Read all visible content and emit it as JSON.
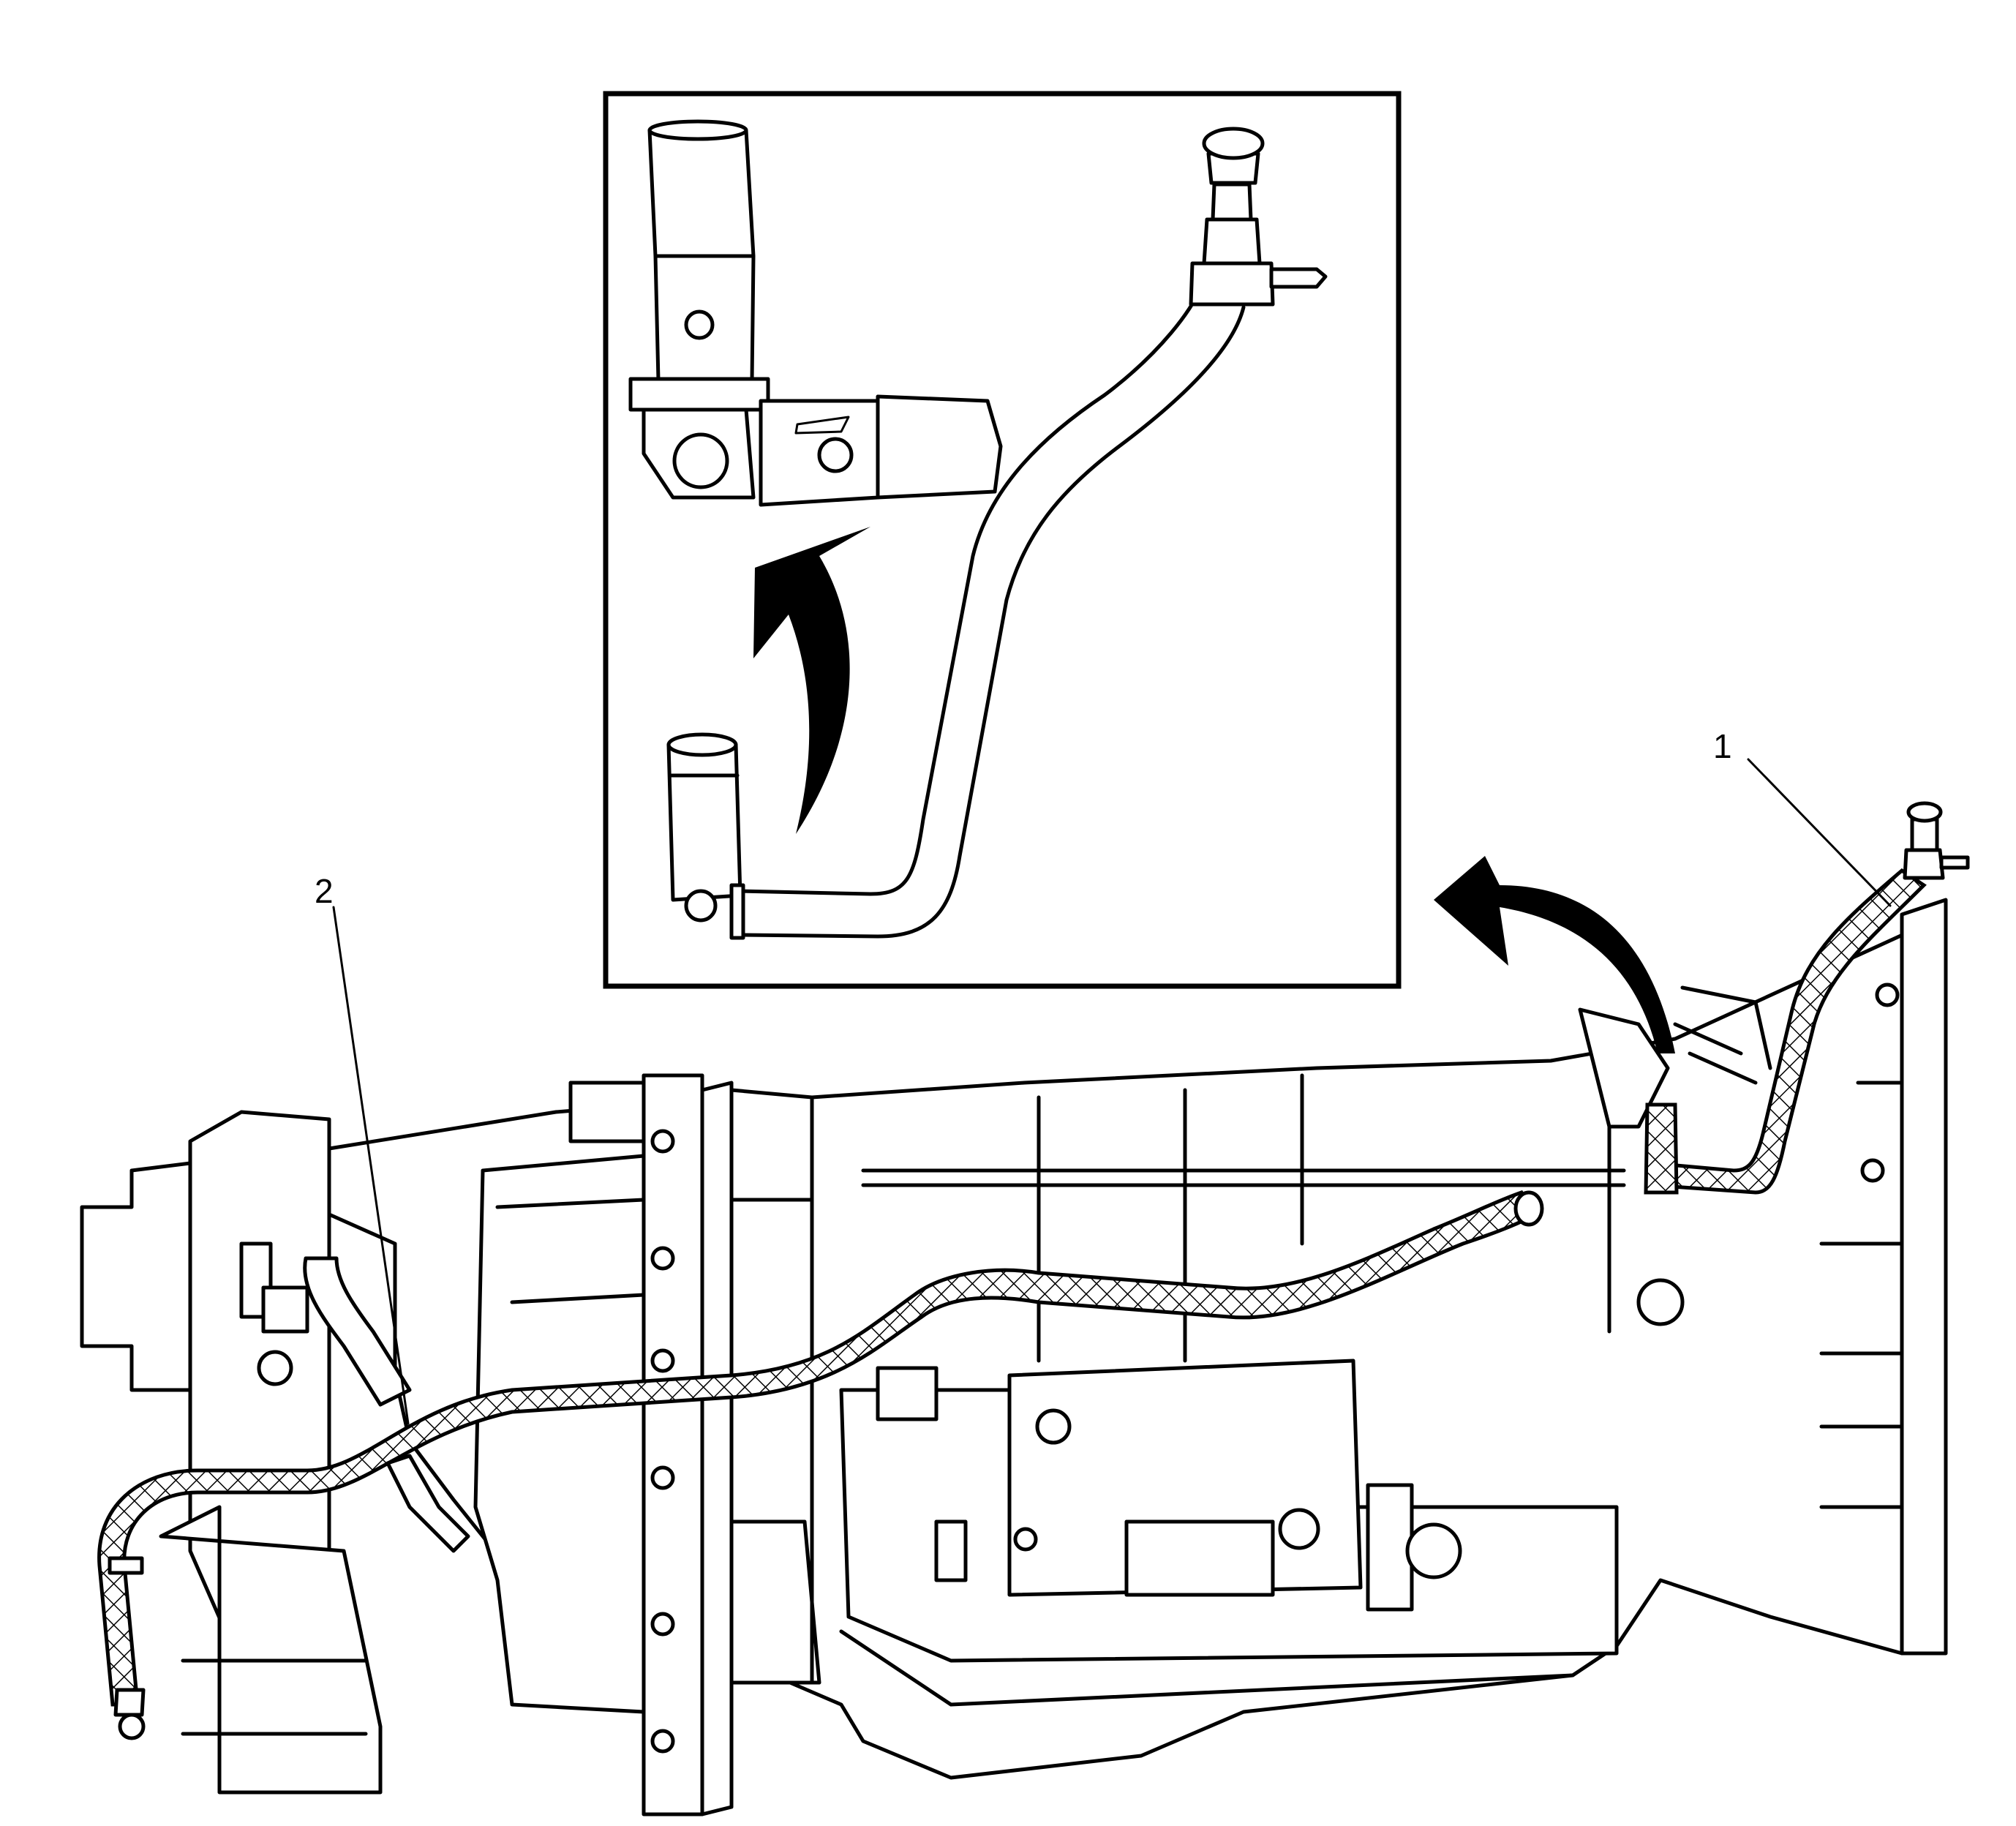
{
  "diagram": {
    "background": "#ffffff",
    "line_color": "#000000",
    "callouts": [
      {
        "id": "1",
        "label": "1"
      },
      {
        "id": "2",
        "label": "2"
      }
    ]
  }
}
